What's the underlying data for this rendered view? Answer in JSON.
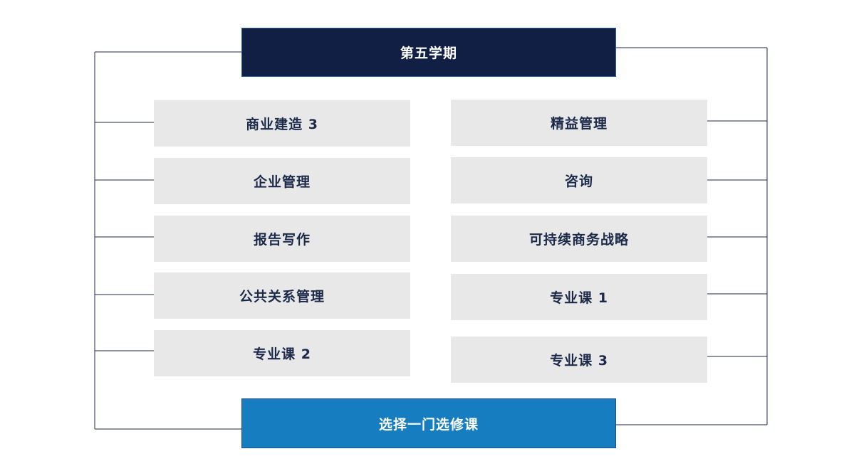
{
  "diagram": {
    "header": "第五学期",
    "footer": "选择一门选修课",
    "left_courses": [
      "商业建造 3",
      "企业管理",
      "报告写作",
      "公共关系管理",
      "专业课 2"
    ],
    "right_courses": [
      "精益管理",
      "咨询",
      "可持续商务战略",
      "专业课 1",
      "专业课 3"
    ],
    "colors": {
      "header_bg": "#121f45",
      "footer_bg": "#157dc0",
      "course_bg": "#e8e8e8",
      "course_text": "#1c2a4a",
      "connector": "#1c2a4a"
    }
  }
}
